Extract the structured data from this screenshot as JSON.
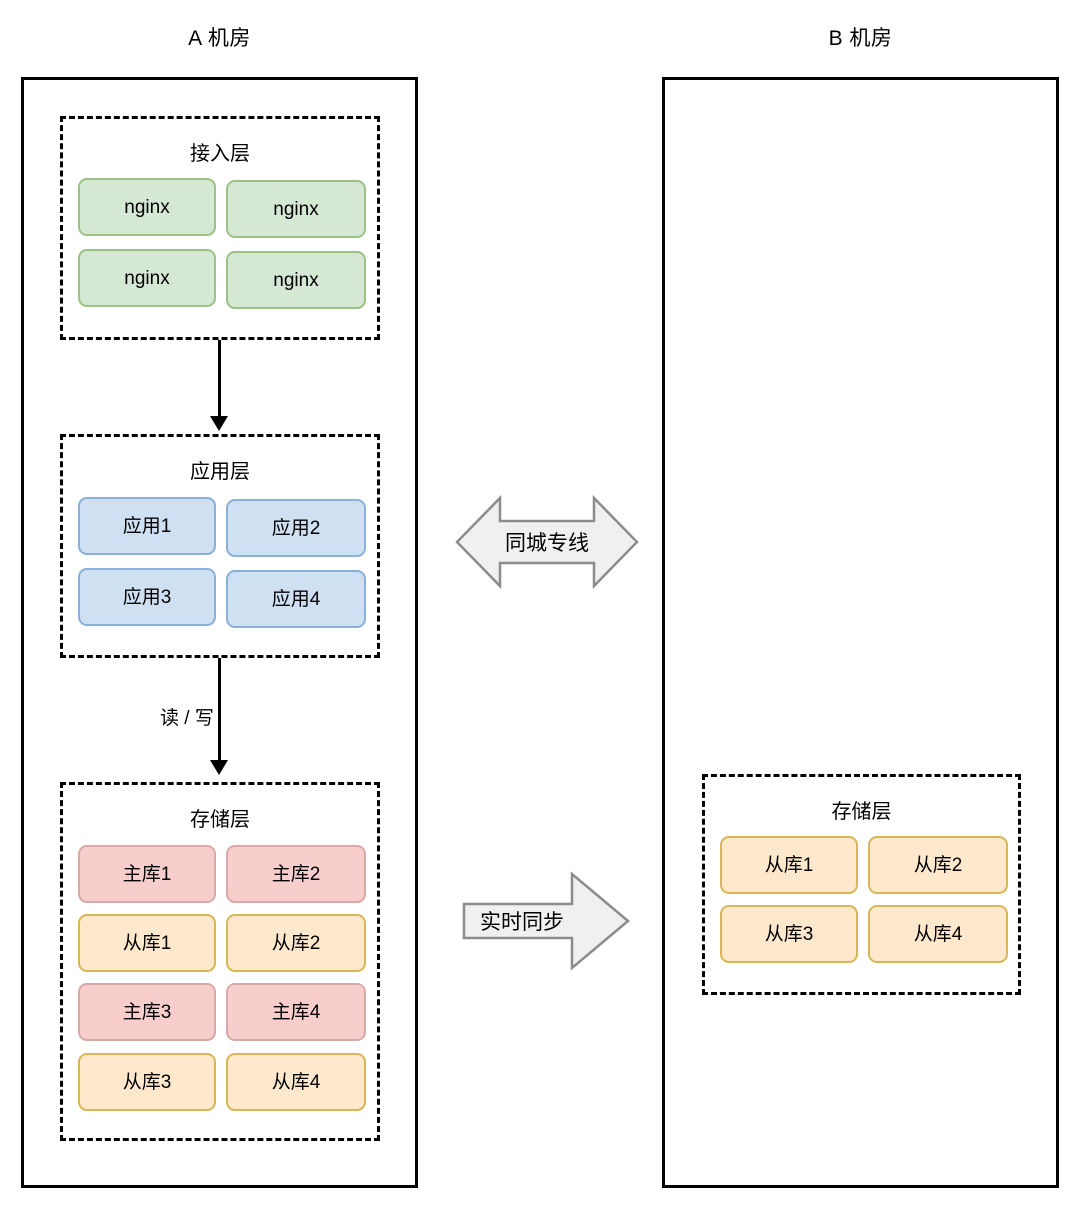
{
  "diagram": {
    "title_a": "A 机房",
    "title_b": "B 机房",
    "datacenter_a": {
      "label": "A 机房",
      "layers": [
        {
          "name": "接入层",
          "nodes": [
            "nginx",
            "nginx",
            "nginx",
            "nginx"
          ],
          "color": "green"
        },
        {
          "name": "应用层",
          "nodes": [
            "应用1",
            "应用2",
            "应用3",
            "应用4"
          ],
          "color": "blue"
        },
        {
          "name": "存储层",
          "nodes": [
            "主库1",
            "主库2",
            "从库1",
            "从库2",
            "主库3",
            "主库4",
            "从库3",
            "从库4"
          ],
          "node_colors": [
            "red",
            "red",
            "orange",
            "orange",
            "red",
            "red",
            "orange",
            "orange"
          ]
        }
      ]
    },
    "datacenter_b": {
      "label": "B 机房",
      "layers": [
        {
          "name": "存储层",
          "nodes": [
            "从库1",
            "从库2",
            "从库3",
            "从库4"
          ],
          "color": "orange"
        }
      ]
    },
    "connectors": {
      "access_to_app": "",
      "app_to_storage": "读 / 写",
      "cross_dc_line": "同城专线",
      "replication": "实时同步"
    },
    "colors": {
      "green_fill": "#d5e8d4",
      "green_border": "#9cc186",
      "blue_fill": "#cfe0f3",
      "blue_border": "#8ab0d9",
      "red_fill": "#f8cecc",
      "red_border": "#d8a9a7",
      "orange_fill": "#ffe8cc",
      "orange_border": "#d6b656",
      "outline": "#000000",
      "arrow_fill": "#f0f0f0",
      "arrow_stroke": "#808080"
    }
  }
}
